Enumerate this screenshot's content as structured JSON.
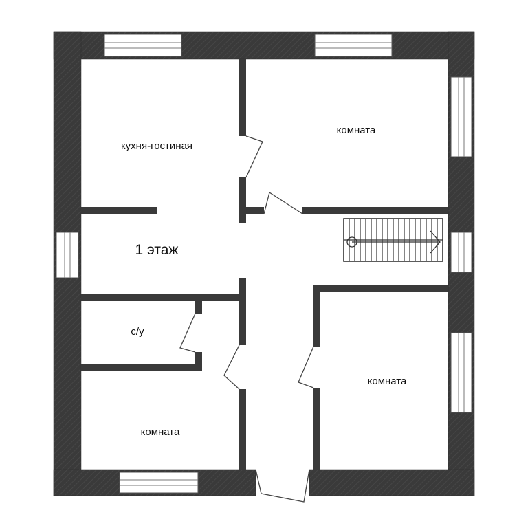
{
  "plan": {
    "floor_label": "1 этаж",
    "rooms": [
      {
        "label": "кухня-гостиная"
      },
      {
        "label": "комната"
      },
      {
        "label": "с/у"
      },
      {
        "label": "комната"
      },
      {
        "label": "комната"
      }
    ]
  },
  "colors": {
    "wall_fill": "#3a3a3a",
    "background": "#ffffff"
  }
}
